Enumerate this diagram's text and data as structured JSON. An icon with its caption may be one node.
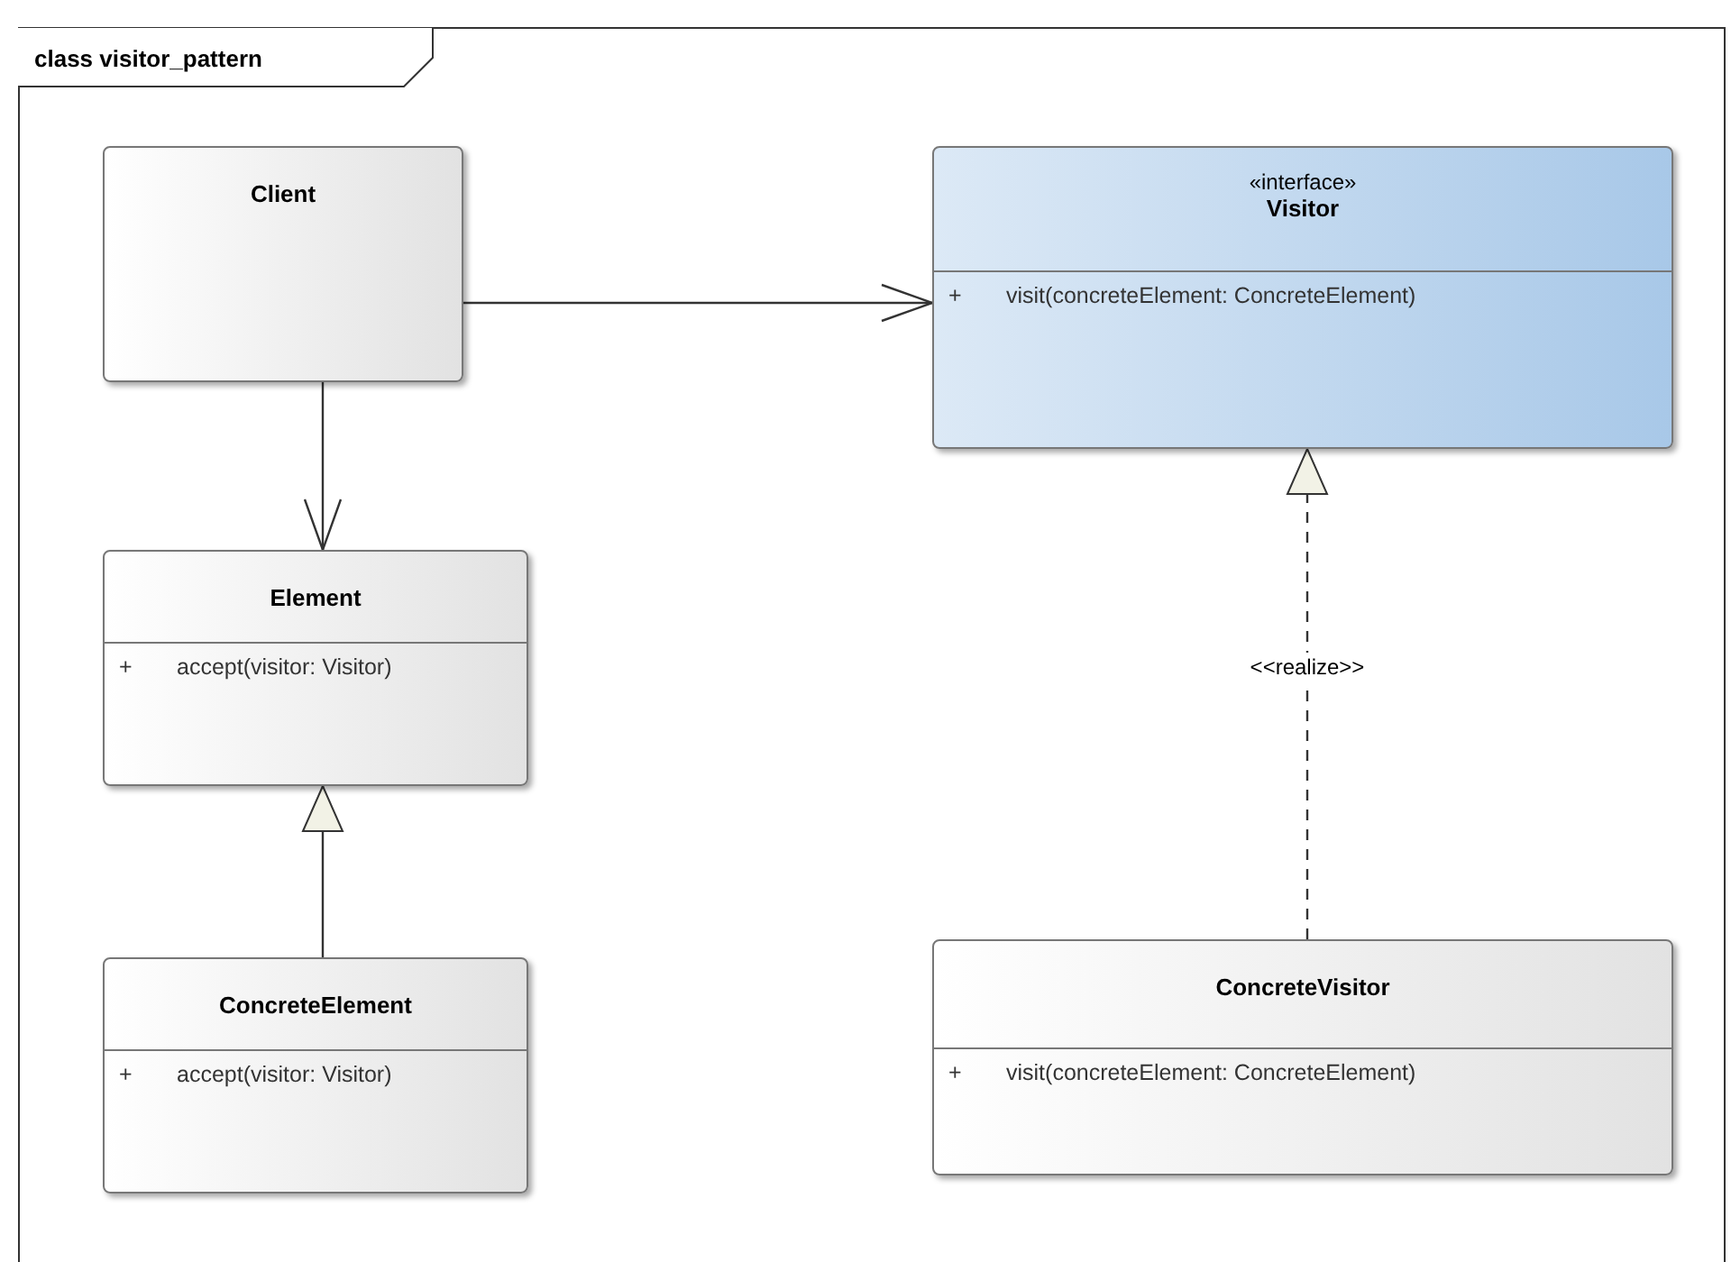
{
  "diagram": {
    "nodes": [
      {
        "text": [
          "class visitor_pattern"
        ]
      },
      {
        "text": [
          "Client"
        ],
        "in": 0
      },
      {
        "text": [
          "«interface»",
          "Visitor",
          "+",
          "visit(concreteElement: ConcreteElement)"
        ],
        "in": 0
      },
      {
        "text": [
          "Element",
          "+",
          "accept(visitor: Visitor)"
        ],
        "in": 0
      },
      {
        "text": [
          "ConcreteElement",
          "+",
          "accept(visitor: Visitor)"
        ],
        "in": 0
      },
      {
        "text": [
          "ConcreteVisitor",
          "+",
          "visit(concreteElement: ConcreteElement)"
        ],
        "in": 0
      }
    ],
    "edges": [
      {
        "from": 1,
        "to": 2,
        "arrow": "to"
      },
      {
        "from": 1,
        "to": 3,
        "arrow": "to"
      },
      {
        "from": 4,
        "to": 3,
        "arrow": "to"
      },
      {
        "from": 5,
        "to": 2,
        "arrow": "to",
        "label": "<<realize>>",
        "style": "dashed"
      }
    ]
  }
}
